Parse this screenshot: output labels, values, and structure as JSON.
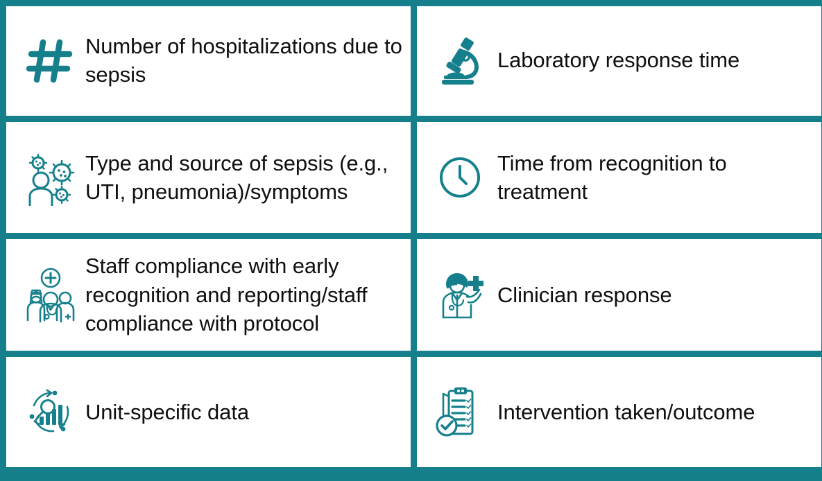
{
  "theme": {
    "accent": "#15808C",
    "cell_background": "#FFFFFF",
    "text_color": "#0F0F0F"
  },
  "layout": {
    "columns": 2,
    "rows": 4
  },
  "cells": [
    {
      "id": "number-of-hospitalizations",
      "icon": "hash-icon",
      "label": "Number of hospitalizations due to sepsis"
    },
    {
      "id": "laboratory-response-time",
      "icon": "microscope-icon",
      "label": "Laboratory response time"
    },
    {
      "id": "type-and-source-of-sepsis",
      "icon": "person-with-germs-icon",
      "label": "Type and source of sepsis (e.g., UTI, pneumonia)/symptoms"
    },
    {
      "id": "time-from-recognition-to-treatment",
      "icon": "clock-icon",
      "label": "Time from recognition to treatment"
    },
    {
      "id": "staff-compliance",
      "icon": "medical-staff-team-icon",
      "label": "Staff compliance with early recognition and reporting/staff compliance with protocol"
    },
    {
      "id": "clinician-response",
      "icon": "clinician-icon",
      "label": "Clinician response"
    },
    {
      "id": "unit-specific-data",
      "icon": "data-analytics-icon",
      "label": "Unit-specific data"
    },
    {
      "id": "intervention-taken-outcome",
      "icon": "clipboard-checklist-icon",
      "label": "Intervention taken/outcome"
    }
  ]
}
